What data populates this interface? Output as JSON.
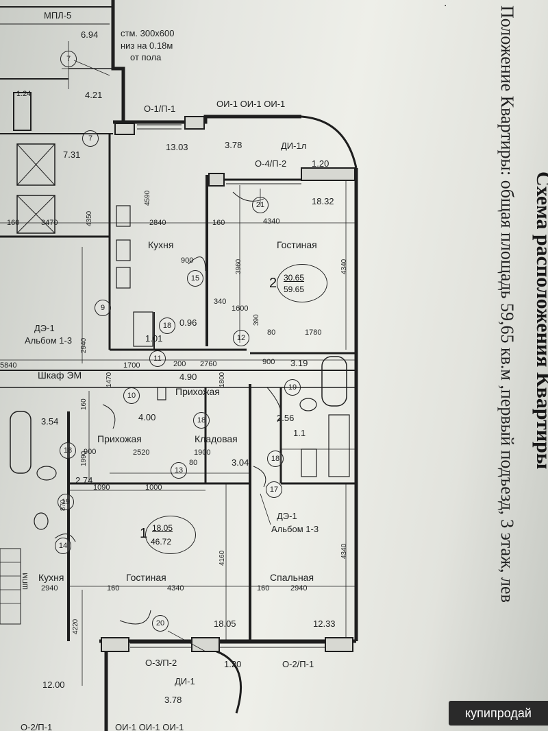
{
  "photo": {
    "description_heading": "Схема расположения Квартиры",
    "heading_line": "Положение Квартиры: общая площадь 59,65 кв.м ,первый подъезд, 3 этаж, лев",
    "top_mark": ".",
    "watermark": "купипродай"
  },
  "plan": {
    "labels": {
      "mpl5": "МПЛ-5",
      "a694": "6.94",
      "stm": "стм. 300х600",
      "niz": "низ на 0.18м",
      "otpola": "от пола",
      "a124": "1.24",
      "a421": "4.21",
      "o1p1": "О-1/П-1",
      "oi_top": "ОИ-1  ОИ-1 ОИ-1",
      "a731": "7.31",
      "a1303": "13.03",
      "a378_top": "3.78",
      "di1l": "ДИ-1л",
      "o4p2": "О-4/П-2",
      "a120_top": "1.20",
      "a1832": "18.32",
      "d4350": "4350",
      "d4590": "4590",
      "d2840": "2840",
      "d160a": "160",
      "d4340_top": "4340",
      "d3470": "3470",
      "d160b": "160",
      "kuhnya_top": "Кухня",
      "gostinaya_top": "Гостиная",
      "d3960": "3960",
      "d4340_v": "4340",
      "d900a": "900",
      "d1600": "1600",
      "d340": "340",
      "de1_top": "ДЭ-1",
      "albom_top": "Альбом 1-3",
      "a096": "0.96",
      "a101": "1.01",
      "d390": "390",
      "d80a": "80",
      "d1780": "1780",
      "d2940_v": "2940",
      "d5840": "5840",
      "d1700": "1700",
      "d200": "200",
      "d2760": "2760",
      "d900b": "900",
      "a319": "3.19",
      "shkaf": "Шкаф ЭМ",
      "a490": "4.90",
      "prihozhaya_top": "Прихожая",
      "d1800": "1800",
      "d1470": "1470",
      "d160c": "160",
      "a354": "3.54",
      "a400": "4.00",
      "a256": "2.56",
      "a11": "1.1",
      "prihozhaya2": "Прихожая",
      "kladovaya": "Кладовая",
      "d1990": "1990",
      "d900c": "900",
      "d2520": "2520",
      "d1900": "1900",
      "a304": "3.04",
      "d80b": "80",
      "a274": "2.74",
      "d1090": "1090",
      "d1000": "1000",
      "d870": "870",
      "de1_mid": "ДЭ-1",
      "albom_mid": "Альбом 1-3",
      "d4160": "4160",
      "d4340_r": "4340",
      "kuhnya_bot": "Кухня",
      "gostinaya_bot": "Гостиная",
      "spalnaya": "Спальная",
      "shpm": "ШПМ",
      "d2940_b": "2940",
      "d160d": "160",
      "d4340_b": "4340",
      "d160e": "160",
      "d2940_c": "2940",
      "d4220": "4220",
      "a1805": "18.05",
      "a1233": "12.33",
      "o3p2": "О-3/П-2",
      "a120_bot": "1.20",
      "o2p1": "О-2/П-1",
      "di1": "ДИ-1",
      "a1200": "12.00",
      "a378_bot": "3.78",
      "o2p1_bot": "О-2/П-1",
      "oi_bot": "ОИ-1 ОИ-1 ОИ-1"
    },
    "circles": [
      "7",
      "7",
      "21",
      "15",
      "12",
      "9",
      "18",
      "11",
      "10",
      "18",
      "19",
      "18",
      "13",
      "18",
      "17",
      "19",
      "14",
      "20"
    ],
    "apt2": {
      "num": "2",
      "living": "30.65",
      "total": "59.65"
    },
    "apt1": {
      "num": "1",
      "living": "18.05",
      "total": "46.72"
    }
  }
}
